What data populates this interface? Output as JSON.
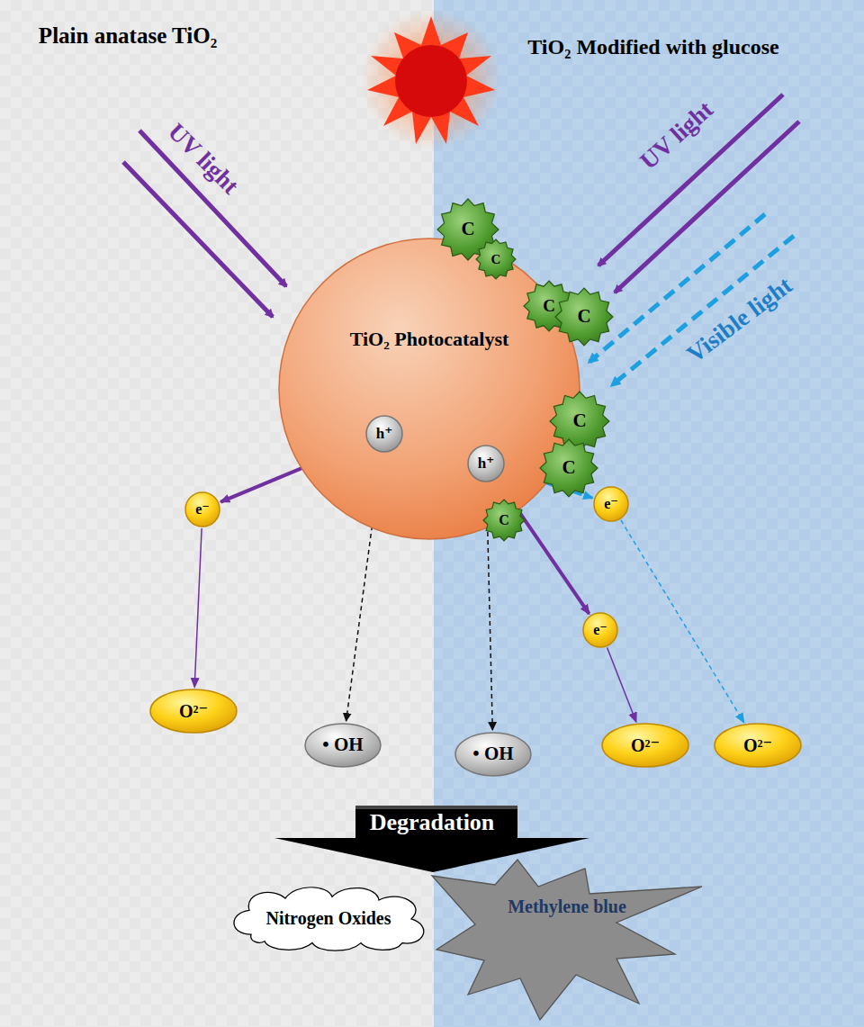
{
  "diagram": {
    "nodes": [
      {
        "text": [
          "TiO₂ Photocatalyst"
        ]
      },
      {
        "text": [
          "C"
        ]
      },
      {
        "text": [
          "C"
        ]
      },
      {
        "text": [
          "C"
        ]
      },
      {
        "text": [
          "C"
        ]
      },
      {
        "text": [
          "C"
        ]
      },
      {
        "text": [
          "C"
        ]
      },
      {
        "text": [
          "C"
        ]
      },
      {
        "text": [
          "h⁺"
        ],
        "in": 0
      },
      {
        "text": [
          "h⁺"
        ],
        "in": 0
      },
      {
        "text": [
          "e⁻"
        ]
      },
      {
        "text": [
          "e⁻"
        ]
      },
      {
        "text": [
          "e⁻"
        ]
      },
      {
        "text": [
          "O²⁻"
        ]
      },
      {
        "text": [
          "• OH"
        ]
      },
      {
        "text": [
          "• OH"
        ]
      },
      {
        "text": [
          "O²⁻"
        ]
      },
      {
        "text": [
          "O²⁻"
        ]
      },
      {
        "text": [
          "Degradation"
        ]
      },
      {
        "text": [
          "Nitrogen Oxides"
        ]
      },
      {
        "text": [
          "Methylene blue"
        ]
      }
    ],
    "edges": [
      {
        "from": 8,
        "to": 10,
        "arrow": "to"
      },
      {
        "from": 10,
        "to": 13,
        "arrow": "to"
      },
      {
        "from": 8,
        "to": 14,
        "arrow": "to"
      },
      {
        "from": 9,
        "to": 11,
        "arrow": "to"
      },
      {
        "from": 9,
        "to": 12,
        "arrow": "to"
      },
      {
        "from": 9,
        "to": 15,
        "arrow": "to"
      },
      {
        "from": 11,
        "to": 17,
        "arrow": "to"
      },
      {
        "from": 12,
        "to": 16,
        "arrow": "to"
      }
    ],
    "labels": [
      "Plain anatase TiO₂",
      "TiO₂ Modified with glucose",
      "UV light",
      "UV light",
      "Visible light"
    ]
  }
}
